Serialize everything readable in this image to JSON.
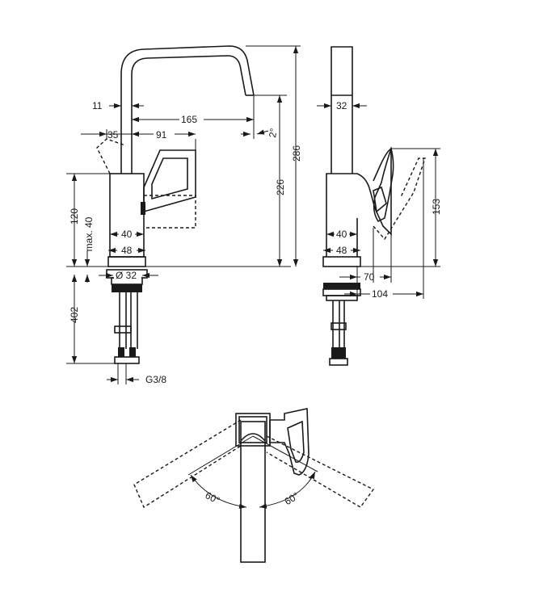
{
  "front_view": {
    "dim_11": "11",
    "dim_165": "165",
    "dim_35": "35",
    "dim_91": "91",
    "angle_2": "2°",
    "dim_226": "226",
    "dim_286": "286",
    "dim_120": "120",
    "dim_max40": "max. 40",
    "dim_40": "40",
    "dim_48": "48",
    "dim_dia32": "Ø 32",
    "dim_402": "402",
    "thread": "G3/8"
  },
  "side_view": {
    "dim_32": "32",
    "dim_153": "153",
    "dim_40": "40",
    "dim_48": "48",
    "dim_70": "70",
    "dim_104": "104"
  },
  "top_view": {
    "angle_left": "60°",
    "angle_right": "60°"
  }
}
